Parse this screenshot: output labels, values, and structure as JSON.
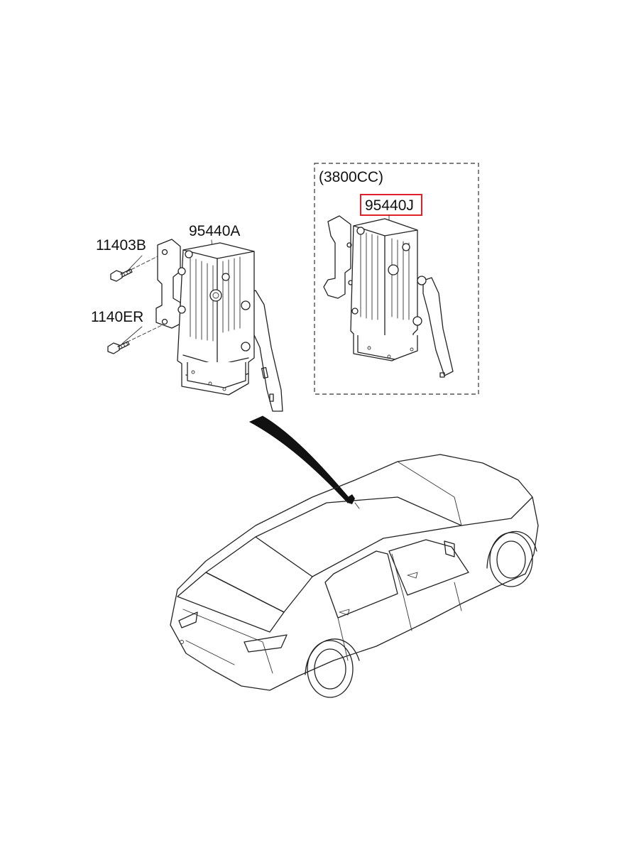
{
  "parts": {
    "bolt_upper": "11403B",
    "bolt_lower": "1140ER",
    "module_main": "95440A",
    "variant_caption": "(3800CC)",
    "module_variant": "95440J"
  },
  "highlight": {
    "color": "#e0202a"
  }
}
